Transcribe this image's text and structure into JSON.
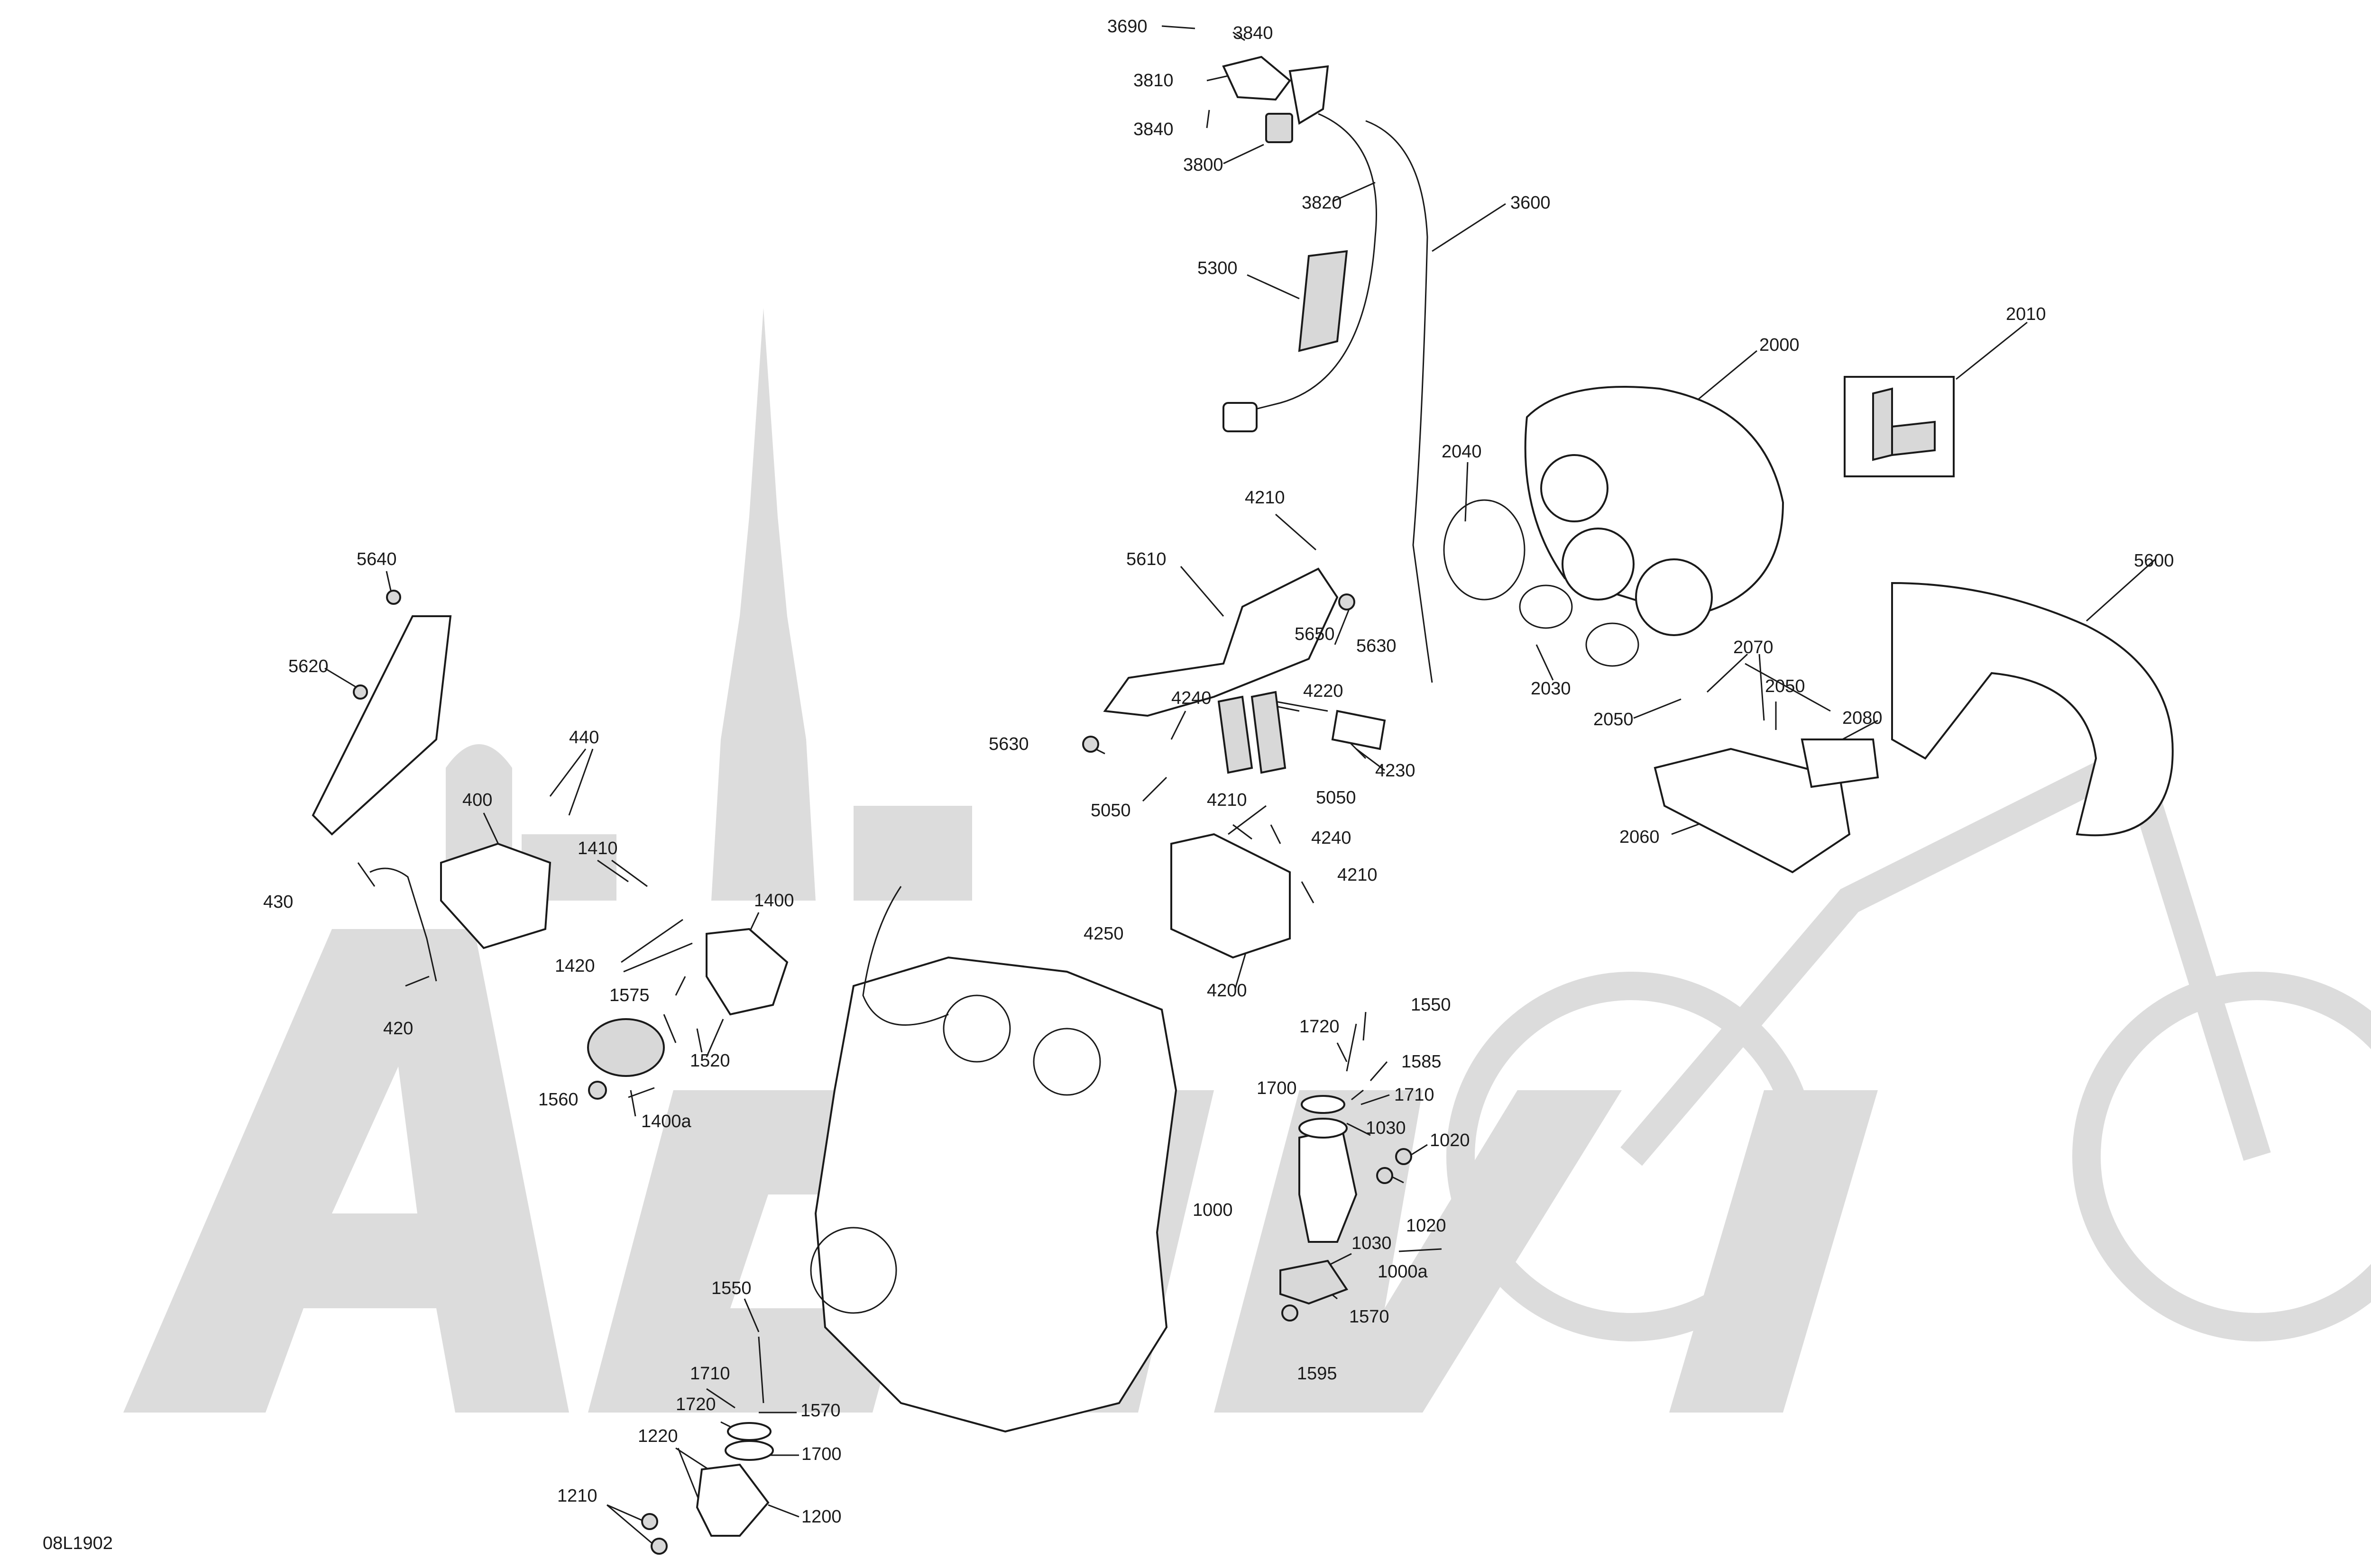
{
  "diagram_code": "08L1902",
  "watermark": {
    "brand": "ACTIVMOTO",
    "color": "#dcdcdc"
  },
  "callouts": [
    {
      "id": "3690",
      "text": "3690"
    },
    {
      "id": "3840a",
      "text": "3840"
    },
    {
      "id": "3810",
      "text": "3810"
    },
    {
      "id": "3840b",
      "text": "3840"
    },
    {
      "id": "3800",
      "text": "3800"
    },
    {
      "id": "3820",
      "text": "3820"
    },
    {
      "id": "3600",
      "text": "3600"
    },
    {
      "id": "5300",
      "text": "5300"
    },
    {
      "id": "2000",
      "text": "2000"
    },
    {
      "id": "2010",
      "text": "2010"
    },
    {
      "id": "2040",
      "text": "2040"
    },
    {
      "id": "4210a",
      "text": "4210"
    },
    {
      "id": "5610",
      "text": "5610"
    },
    {
      "id": "5650",
      "text": "5650"
    },
    {
      "id": "5630a",
      "text": "5630"
    },
    {
      "id": "5600",
      "text": "5600"
    },
    {
      "id": "2070",
      "text": "2070"
    },
    {
      "id": "2050a",
      "text": "2050"
    },
    {
      "id": "2030",
      "text": "2030"
    },
    {
      "id": "2050b",
      "text": "2050"
    },
    {
      "id": "2080",
      "text": "2080"
    },
    {
      "id": "4240a",
      "text": "4240"
    },
    {
      "id": "4220",
      "text": "4220"
    },
    {
      "id": "4230",
      "text": "4230"
    },
    {
      "id": "5630b",
      "text": "5630"
    },
    {
      "id": "5050a",
      "text": "5050"
    },
    {
      "id": "5050b",
      "text": "5050"
    },
    {
      "id": "4210b",
      "text": "4210"
    },
    {
      "id": "4240b",
      "text": "4240"
    },
    {
      "id": "4210c",
      "text": "4210"
    },
    {
      "id": "4250",
      "text": "4250"
    },
    {
      "id": "4200",
      "text": "4200"
    },
    {
      "id": "2060",
      "text": "2060"
    },
    {
      "id": "5640",
      "text": "5640"
    },
    {
      "id": "5620",
      "text": "5620"
    },
    {
      "id": "440",
      "text": "440"
    },
    {
      "id": "400",
      "text": "400"
    },
    {
      "id": "1410",
      "text": "1410"
    },
    {
      "id": "430",
      "text": "430"
    },
    {
      "id": "1400",
      "text": "1400"
    },
    {
      "id": "1420",
      "text": "1420"
    },
    {
      "id": "1575",
      "text": "1575"
    },
    {
      "id": "420",
      "text": "420"
    },
    {
      "id": "1520",
      "text": "1520"
    },
    {
      "id": "1560",
      "text": "1560"
    },
    {
      "id": "1400a",
      "text": "1400a"
    },
    {
      "id": "1550a",
      "text": "1550"
    },
    {
      "id": "1720a",
      "text": "1720"
    },
    {
      "id": "1585",
      "text": "1585"
    },
    {
      "id": "1710a",
      "text": "1710"
    },
    {
      "id": "1700a",
      "text": "1700"
    },
    {
      "id": "1030a",
      "text": "1030"
    },
    {
      "id": "1020a",
      "text": "1020"
    },
    {
      "id": "1000",
      "text": "1000"
    },
    {
      "id": "1030b",
      "text": "1030"
    },
    {
      "id": "1020b",
      "text": "1020"
    },
    {
      "id": "1000a",
      "text": "1000a"
    },
    {
      "id": "1570a",
      "text": "1570"
    },
    {
      "id": "1595",
      "text": "1595"
    },
    {
      "id": "1550b",
      "text": "1550"
    },
    {
      "id": "1710b",
      "text": "1710"
    },
    {
      "id": "1570b",
      "text": "1570"
    },
    {
      "id": "1720b",
      "text": "1720"
    },
    {
      "id": "1700b",
      "text": "1700"
    },
    {
      "id": "1220",
      "text": "1220"
    },
    {
      "id": "1200",
      "text": "1200"
    },
    {
      "id": "1210",
      "text": "1210"
    }
  ]
}
